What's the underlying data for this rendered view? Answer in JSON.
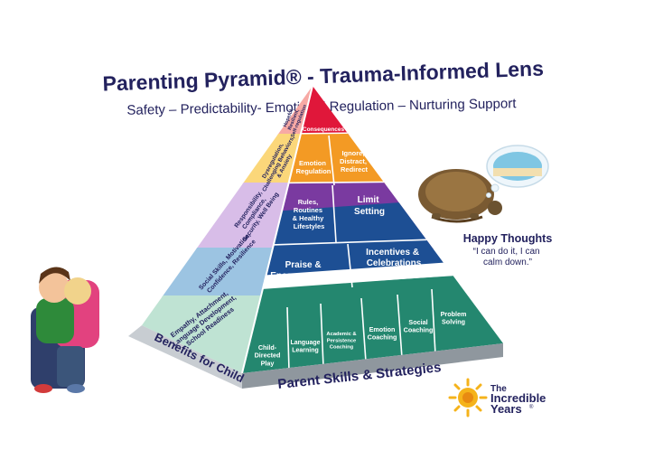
{
  "title": "Parenting Pyramid® - Trauma-Informed Lens",
  "subtitle": "Safety – Predictability- Emotional Regulation – Nurturing Support",
  "colors": {
    "navy": "#23225e",
    "red": "#e0173a",
    "orange": "#f39a24",
    "purple": "#7a3aa0",
    "blue": "#1d4f94",
    "teal": "#24876f",
    "base_gray": "#9aa0a6",
    "sun": "#f5b31b"
  },
  "pyramid": {
    "front": {
      "consequences": "Consequences",
      "emotion_regulation": [
        "Emotion",
        "Regulation"
      ],
      "ignore": [
        "Ignore,",
        "Distract,",
        "Redirect"
      ],
      "rules": [
        "Rules,",
        "Routines",
        "& Healthy",
        "Lifestyles"
      ],
      "limit_setting": [
        "Limit",
        "Setting"
      ],
      "praise": [
        "Praise &",
        "Encouragement"
      ],
      "incentives": [
        "Incentives &",
        "Celebrations"
      ],
      "bottom_pieces": [
        {
          "lines": [
            "Child-",
            "Directed",
            "Play"
          ]
        },
        {
          "lines": [
            "Language",
            "Learning"
          ]
        },
        {
          "lines": [
            "Academic &",
            "Persistence",
            "Coaching"
          ]
        },
        {
          "lines": [
            "Emotion",
            "Coaching"
          ]
        },
        {
          "lines": [
            "Social",
            "Coaching"
          ]
        },
        {
          "lines": [
            "Problem",
            "Solving"
          ]
        }
      ]
    },
    "side": {
      "top": [
        "Hopeful,",
        "Resilient,",
        "Self-regulation"
      ],
      "orange": [
        "Dysregulation,",
        "Challenging Behaviors,",
        "& Anxiety"
      ],
      "lilac": [
        "Responsibility,",
        "Compliance,",
        "Security, Well Being"
      ],
      "blue": [
        "Social Skills, Motivation,",
        "Confidence, Resilience"
      ],
      "teal": [
        "Empathy, Attachment,",
        "Language Development,",
        "School Readiness"
      ]
    },
    "base_left": "Benefits for Child",
    "base_front": "Parent Skills & Strategies"
  },
  "turtle_caption": {
    "title": "Happy Thoughts",
    "text_lines": [
      "“I can do it, I can",
      "calm down.”"
    ]
  },
  "logo": {
    "line1": "The",
    "line2": "Incredible",
    "line3": "Years",
    "mark": "®"
  }
}
